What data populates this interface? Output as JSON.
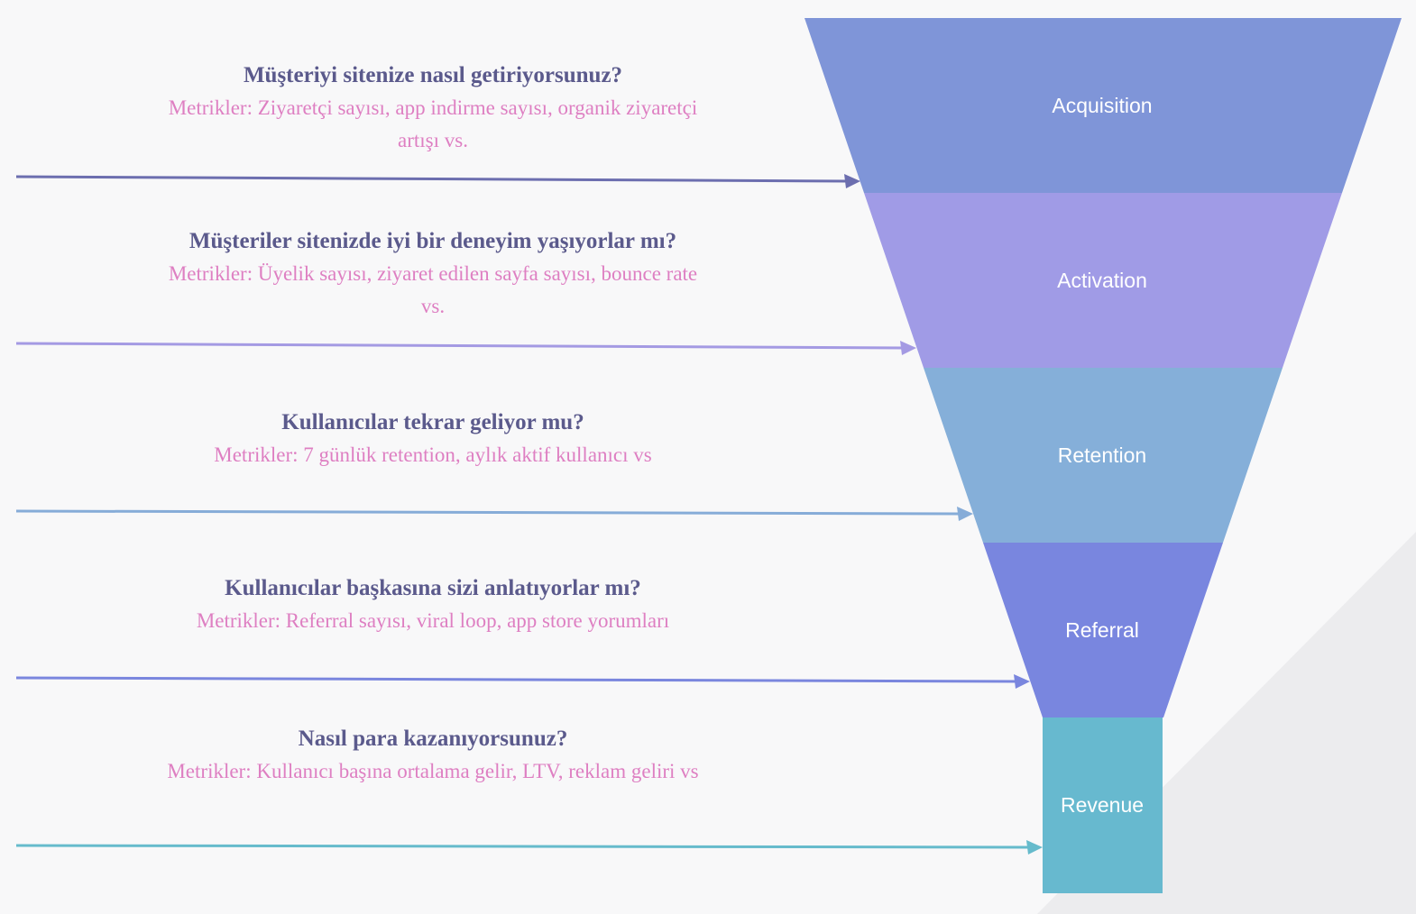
{
  "colors": {
    "background": "#f8f8f9",
    "acquisition": "#7f95d8",
    "activation": "#a09be6",
    "retention": "#85afd9",
    "referral": "#7986df",
    "revenue": "#67b9cf",
    "question_text": "#5b5a8c",
    "metrics_text": "#de7fc2"
  },
  "stages": [
    {
      "name": "Acquisition",
      "question": "Müşteriyi sitenize nasıl getiriyorsunuz?",
      "metrics": "Metrikler: Ziyaretçi sayısı, app indirme sayısı, organik ziyaretçi artışı vs."
    },
    {
      "name": "Activation",
      "question": "Müşteriler sitenizde iyi bir deneyim yaşıyorlar mı?",
      "metrics": "Metrikler: Üyelik sayısı, ziyaret edilen sayfa sayısı, bounce rate vs."
    },
    {
      "name": "Retention",
      "question": "Kullanıcılar tekrar geliyor mu?",
      "metrics": "Metrikler: 7 günlük retention, aylık aktif kullanıcı vs"
    },
    {
      "name": "Referral",
      "question": "Kullanıcılar başkasına sizi anlatıyorlar mı?",
      "metrics": "Metrikler: Referral sayısı, viral loop, app store yorumları"
    },
    {
      "name": "Revenue",
      "question": "Nasıl para kazanıyorsunuz?",
      "metrics": "Metrikler: Kullanıcı başına ortalama gelir, LTV, reklam geliri vs"
    }
  ]
}
